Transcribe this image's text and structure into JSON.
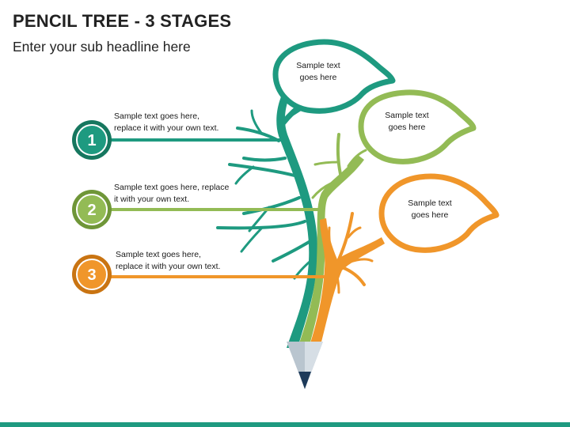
{
  "title": "PENCIL TREE - 3 STAGES",
  "subtitle": "Enter your sub headline here",
  "colors": {
    "teal": "#1e9a80",
    "teal_dark": "#16775f",
    "green": "#93bb55",
    "green_dark": "#6f9638",
    "orange": "#f0962a",
    "orange_dark": "#c97412",
    "pencil_tip": "#b9c5cf",
    "pencil_lead": "#1d3a5a",
    "bar": "#1e9a80"
  },
  "stages": [
    {
      "number": "1",
      "line1": "Sample text goes here,",
      "line2": "replace it with your own text."
    },
    {
      "number": "2",
      "line1": "Sample text goes here, replace",
      "line2": "it with your own text."
    },
    {
      "number": "3",
      "line1": "Sample text goes here,",
      "line2": "replace it with your own text."
    }
  ],
  "bubbles": [
    {
      "line1": "Sample text",
      "line2": "goes here"
    },
    {
      "line1": "Sample text",
      "line2": "goes here"
    },
    {
      "line1": "Sample text",
      "line2": "goes here"
    }
  ]
}
